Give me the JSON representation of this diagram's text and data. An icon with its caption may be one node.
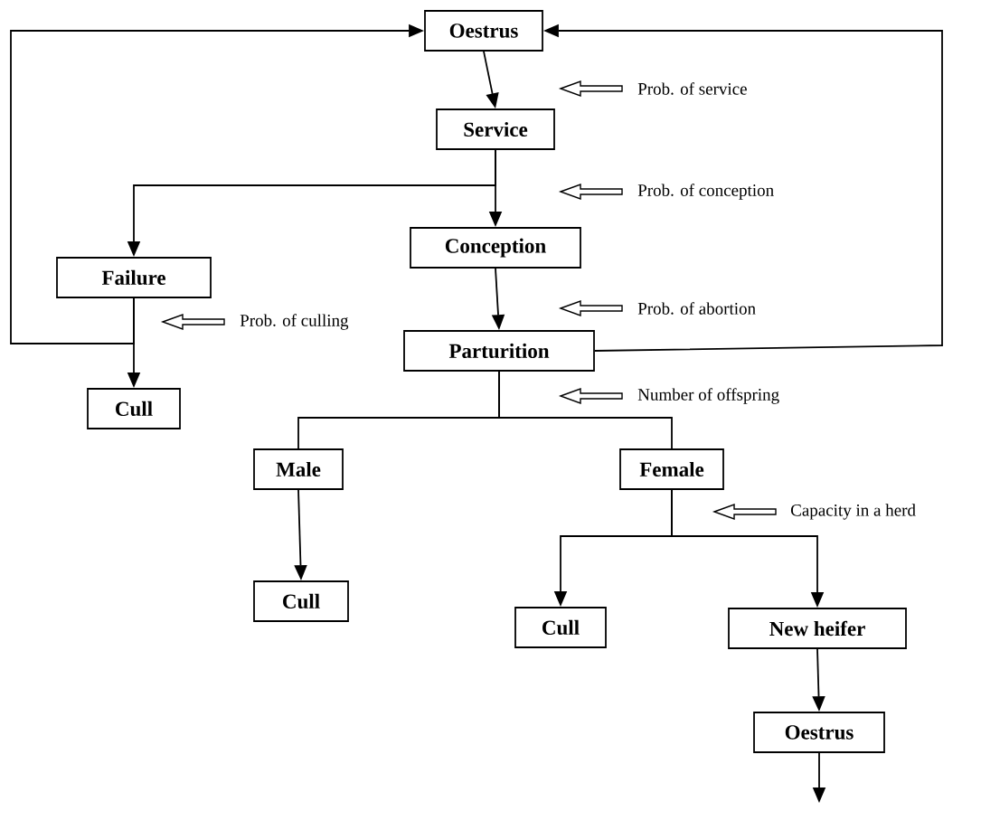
{
  "diagram": {
    "nodes": [
      {
        "text": [
          "Oestrus"
        ]
      },
      {
        "text": [
          "Service"
        ]
      },
      {
        "text": [
          "Conception"
        ]
      },
      {
        "text": [
          "Failure"
        ]
      },
      {
        "text": [
          "Parturition"
        ]
      },
      {
        "text": [
          "Cull"
        ]
      },
      {
        "text": [
          "Male"
        ]
      },
      {
        "text": [
          "Female"
        ]
      },
      {
        "text": [
          "Cull"
        ]
      },
      {
        "text": [
          "Cull"
        ]
      },
      {
        "text": [
          "New heifer"
        ]
      },
      {
        "text": [
          "Oestrus"
        ]
      }
    ],
    "edges": [
      {
        "from": 0,
        "to": 1,
        "arrow": "to"
      },
      {
        "from": 1,
        "to": 2,
        "arrow": "to"
      },
      {
        "from": 1,
        "to": 3,
        "arrow": "to"
      },
      {
        "from": 2,
        "to": 4,
        "arrow": "to"
      },
      {
        "from": 3,
        "to": 5,
        "arrow": "to"
      },
      {
        "from": 3,
        "to": 0,
        "arrow": "to"
      },
      {
        "from": 4,
        "to": 0,
        "arrow": "to"
      },
      {
        "from": 4,
        "to": 6,
        "arrow": "none"
      },
      {
        "from": 4,
        "to": 7,
        "arrow": "none"
      },
      {
        "from": 6,
        "to": 8,
        "arrow": "to"
      },
      {
        "from": 7,
        "to": 9,
        "arrow": "to"
      },
      {
        "from": 7,
        "to": 10,
        "arrow": "to"
      },
      {
        "from": 10,
        "to": 11,
        "arrow": "to"
      },
      {
        "from": 11,
        "to": null,
        "arrow": "to"
      }
    ],
    "labels": [
      "Prob. of service",
      "Prob. of conception",
      "Prob. of abortion",
      "Prob. of culling",
      "Number of offspring",
      "Capacity in a herd"
    ]
  }
}
